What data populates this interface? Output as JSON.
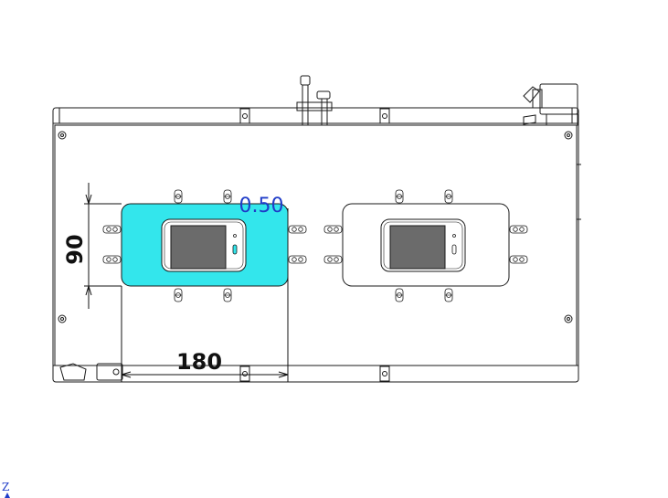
{
  "drawing": {
    "dimension_width": "180",
    "dimension_height": "90",
    "thickness_annotation": "0.50",
    "axis_label": "Z"
  },
  "colors": {
    "highlight_fill": "#33e6ec",
    "annotation": "#1f3cc8",
    "outline": "#1a1a1a",
    "screen": "#6b6b6b"
  },
  "components": {
    "fixture_left": "selected",
    "fixture_right": "unselected"
  }
}
